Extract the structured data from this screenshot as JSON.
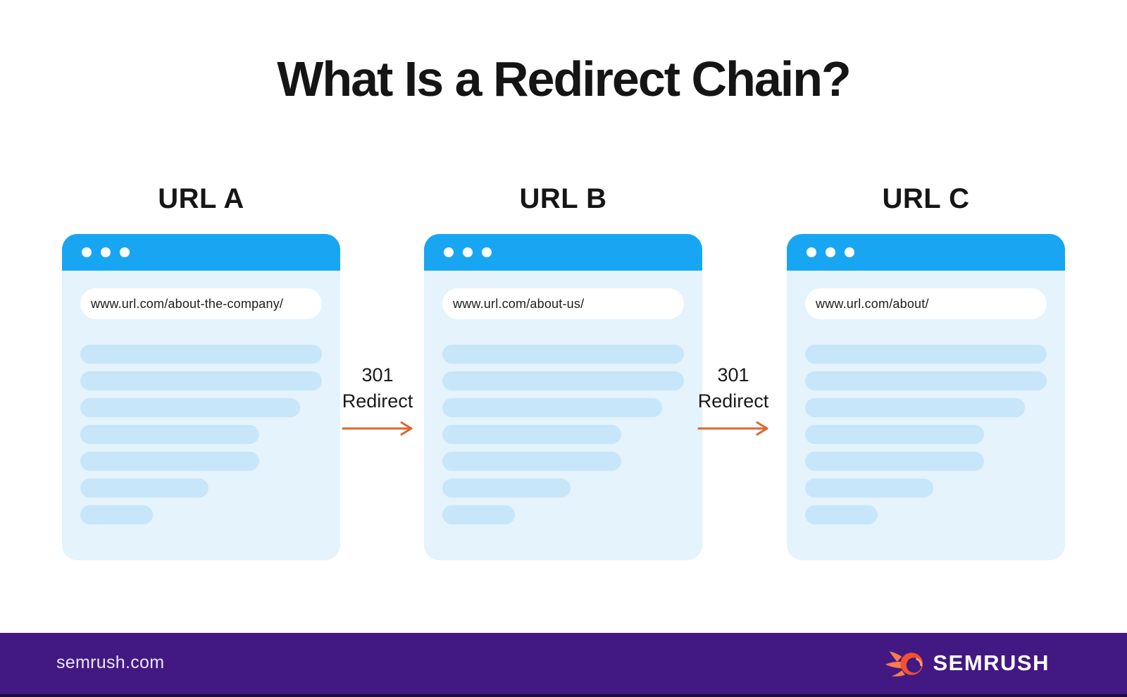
{
  "title": "What Is a Redirect Chain?",
  "windows": [
    {
      "label": "URL A",
      "url": "www.url.com/about-the-company/"
    },
    {
      "label": "URL B",
      "url": "www.url.com/about-us/"
    },
    {
      "label": "URL C",
      "url": "www.url.com/about/"
    }
  ],
  "redirects": [
    {
      "code": "301",
      "label": "Redirect"
    },
    {
      "code": "301",
      "label": "Redirect"
    }
  ],
  "skeleton": {
    "line_count": 7,
    "line_widths_pct": [
      100,
      100,
      91,
      74,
      74,
      53,
      30
    ]
  },
  "footer": {
    "site": "semrush.com",
    "brand": "SEMRUSH"
  },
  "icons": {
    "window_controls": "three-dots",
    "redirect_arrow": "right-arrow",
    "brand_logo": "semrush-flame-ball"
  },
  "colors": {
    "titlebar_blue": "#18A6F2",
    "window_body_blue": "#E4F3FC",
    "skeleton_line_blue": "#C8E6F9",
    "arrow_orange": "#E0642F",
    "footer_purple": "#421982",
    "footer_text": "#EDE6F8",
    "title_text": "#151515",
    "flame_orange": "#FB7B4E",
    "ball_orange": "#F2512F"
  }
}
